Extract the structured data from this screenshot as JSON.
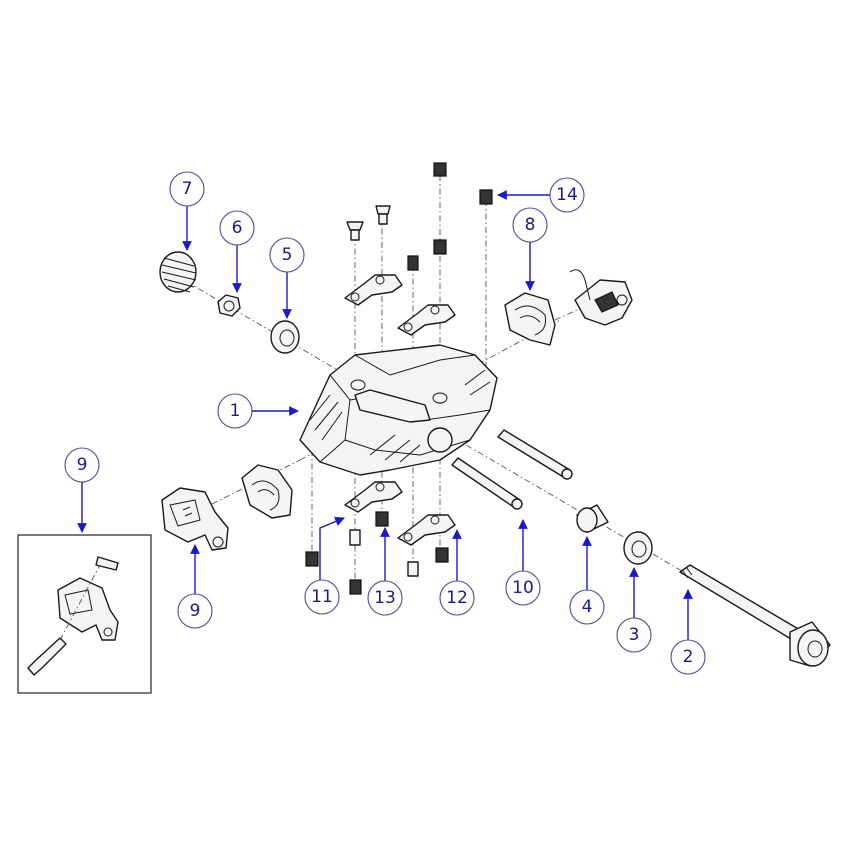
{
  "callouts": {
    "c1": "1",
    "c2": "2",
    "c3": "3",
    "c4": "4",
    "c5": "5",
    "c6": "6",
    "c7": "7",
    "c8": "8",
    "c9_inset": "9",
    "c9": "9",
    "c10": "10",
    "c11": "11",
    "c12": "12",
    "c13": "13",
    "c14": "14"
  },
  "colors": {
    "callout_text": "#1a1a8c",
    "callout_arrow": "#1a1acc"
  }
}
